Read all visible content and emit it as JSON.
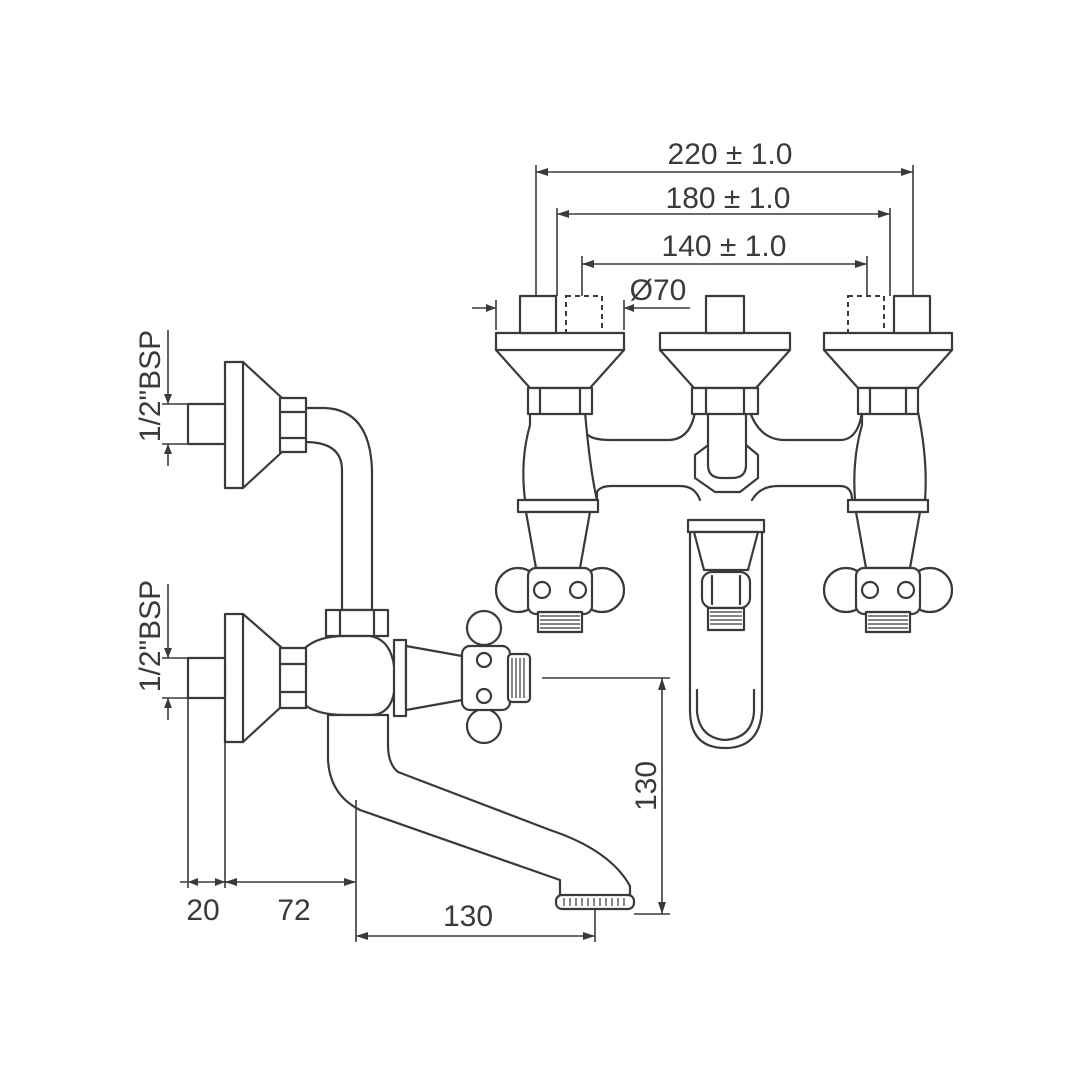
{
  "dimensions": {
    "top_overall": "220 ± 1.0",
    "top_middle": "180 ± 1.0",
    "top_inner": "140 ± 1.0",
    "diameter": "Ø70",
    "thread_upper": "1/2\"BSP",
    "thread_lower": "1/2\"BSP",
    "height_spout": "130",
    "bottom_offset": "20",
    "bottom_wall": "72",
    "bottom_reach": "130"
  }
}
